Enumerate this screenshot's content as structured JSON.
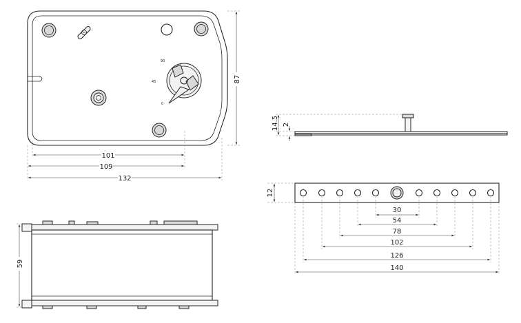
{
  "top_view": {
    "dim_101": "101",
    "dim_109": "109",
    "dim_132": "132",
    "dim_87": "87",
    "scale_label_top": "90",
    "scale_label_mid": "45",
    "scale_label_bottom": "0"
  },
  "side_view": {
    "dim_14_5": "14.5",
    "dim_2": "2"
  },
  "bottom_view": {
    "dim_59": "59"
  },
  "front_view": {
    "dim_12": "12",
    "dim_30": "30",
    "dim_54": "54",
    "dim_78": "78",
    "dim_102": "102",
    "dim_126": "126",
    "dim_140": "140"
  }
}
